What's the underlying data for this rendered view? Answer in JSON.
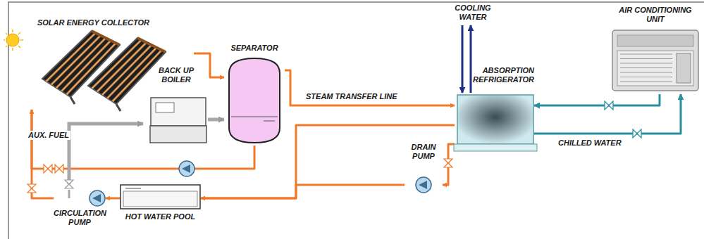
{
  "diagram": {
    "nodes": [
      {
        "text": [
          "SOLAR ENERGY COLLECTOR"
        ]
      },
      {
        "text": [
          "BACK UP BOILER"
        ]
      },
      {
        "text": [
          "SEPARATOR"
        ]
      },
      {
        "text": [
          "ABSORPTION REFRIGERATOR"
        ]
      },
      {
        "text": [
          "AIR CONDITIONING UNIT"
        ]
      },
      {
        "text": [
          "HOT WATER POOL"
        ]
      },
      {
        "text": [
          "CIRCULATION PUMP"
        ]
      },
      {
        "text": [
          "DRAIN PUMP"
        ]
      }
    ],
    "edges": [
      {
        "from": 0,
        "to": 2,
        "arrow": "to"
      },
      {
        "from": 1,
        "to": 2,
        "arrow": "to"
      },
      {
        "from": 2,
        "to": 3,
        "label": "STEAM TRANSFER LINE",
        "arrow": "to"
      },
      {
        "from": 3,
        "to": 5,
        "arrow": "to"
      },
      {
        "from": 3,
        "to": 7,
        "arrow": "to"
      },
      {
        "from": 7,
        "to": 5,
        "arrow": "to"
      },
      {
        "from": 5,
        "to": 6,
        "arrow": "to"
      },
      {
        "from": 6,
        "to": 0,
        "arrow": "to"
      },
      {
        "from": 2,
        "to": 0,
        "arrow": "to"
      },
      {
        "from": 4,
        "to": 3,
        "arrow": "to"
      },
      {
        "from": 3,
        "to": 4,
        "label": "CHILLED WATER",
        "arrow": "to"
      }
    ],
    "labels": [
      "AUX. FUEL",
      "COOLING WATER"
    ]
  }
}
